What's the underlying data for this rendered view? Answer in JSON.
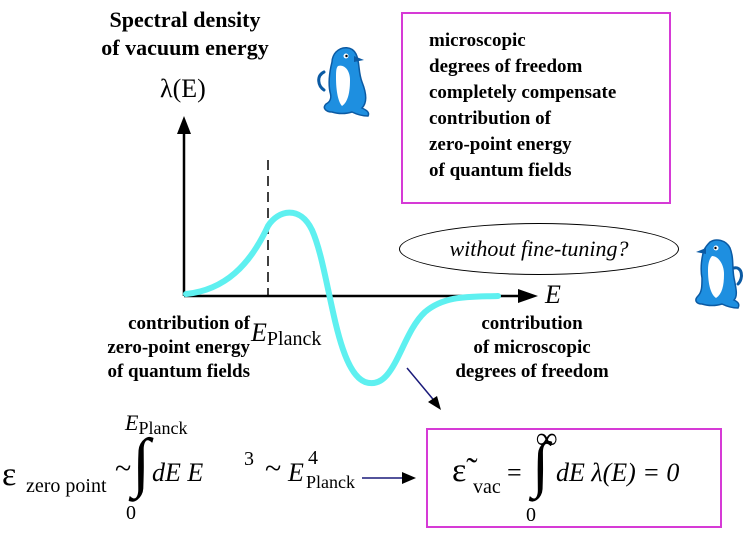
{
  "title": [
    "Spectral density",
    "of vacuum energy"
  ],
  "y_axis_label": "λ(E)",
  "x_axis_label": "E",
  "planck_marker": {
    "main": "E",
    "sub": "Planck"
  },
  "box_top": {
    "lines": [
      "microscopic",
      "degrees of freedom",
      "completely compensate",
      "contribution of",
      "zero-point energy",
      "of quantum fields"
    ]
  },
  "ellipse_text": "without fine-tuning?",
  "left_label": [
    "contribution of",
    "zero-point energy",
    "of quantum fields"
  ],
  "right_label": [
    "contribution",
    "of microscopic",
    "degrees of freedom"
  ],
  "formula_left": {
    "epsilon": "ε",
    "epsilon_sub": "zero point",
    "tilde1": "~",
    "upper_limit_main": "E",
    "upper_limit_sub": "Planck",
    "integral": "∫",
    "lower_limit": "0",
    "integrand": "dE E",
    "power": "3",
    "tilde2": "~",
    "result_main": "E",
    "result_sub": "Planck",
    "result_power": "4"
  },
  "formula_right": {
    "epsilon": "ε̃",
    "epsilon_sub": "vac",
    "equals": "=",
    "upper_limit": "∞",
    "integral": "∫",
    "lower_limit": "0",
    "integrand": "dE λ(E) = 0"
  },
  "colors": {
    "curve": "#5ef0f0",
    "box_border": "#d63ad6",
    "arrow_blue": "#1a1a7a",
    "penguin": "#1e8fe0"
  }
}
